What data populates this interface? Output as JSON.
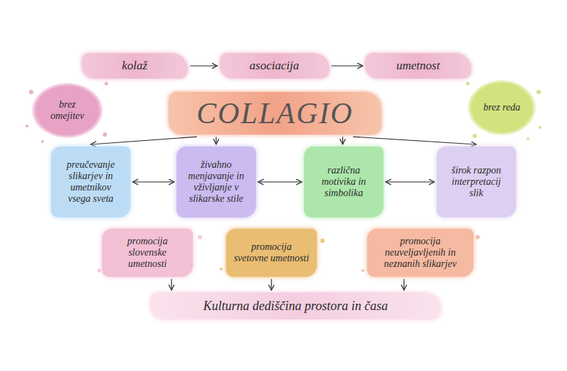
{
  "diagram": {
    "nodes": [
      {
        "text": [
          "kolaž"
        ]
      },
      {
        "text": [
          "asociacija"
        ]
      },
      {
        "text": [
          "umetnost"
        ]
      },
      {
        "text": [
          "brez omejitev"
        ]
      },
      {
        "text": [
          "COLLAGIO"
        ]
      },
      {
        "text": [
          "brez reda"
        ]
      },
      {
        "text": [
          "preučevanje slikarjev in umetnikov vsega sveta"
        ]
      },
      {
        "text": [
          "živahno menjavanje in vživljanje v slikarske stile"
        ]
      },
      {
        "text": [
          "različna motivika in simbolika"
        ]
      },
      {
        "text": [
          "širok razpon interpretacij slik"
        ]
      },
      {
        "text": [
          "promocija slovenske umetnosti"
        ]
      },
      {
        "text": [
          "promocija svetovne umetnosti"
        ]
      },
      {
        "text": [
          "promocija neuveljavljenih in neznanih slikarjev"
        ]
      },
      {
        "text": [
          "Kulturna dediščina prostora in časa"
        ]
      }
    ],
    "edges": [
      {
        "from": 0,
        "to": 1,
        "arrow": "to"
      },
      {
        "from": 1,
        "to": 2,
        "arrow": "to"
      },
      {
        "from": 4,
        "to": 6,
        "arrow": "to"
      },
      {
        "from": 4,
        "to": 7,
        "arrow": "to"
      },
      {
        "from": 4,
        "to": 8,
        "arrow": "to"
      },
      {
        "from": 4,
        "to": 9,
        "arrow": "to"
      },
      {
        "from": 6,
        "to": 7,
        "arrow": "both"
      },
      {
        "from": 7,
        "to": 8,
        "arrow": "both"
      },
      {
        "from": 8,
        "to": 9,
        "arrow": "both"
      },
      {
        "from": 10,
        "to": 13,
        "arrow": "to"
      },
      {
        "from": 11,
        "to": 13,
        "arrow": "to"
      },
      {
        "from": 12,
        "to": 13,
        "arrow": "to"
      }
    ]
  }
}
